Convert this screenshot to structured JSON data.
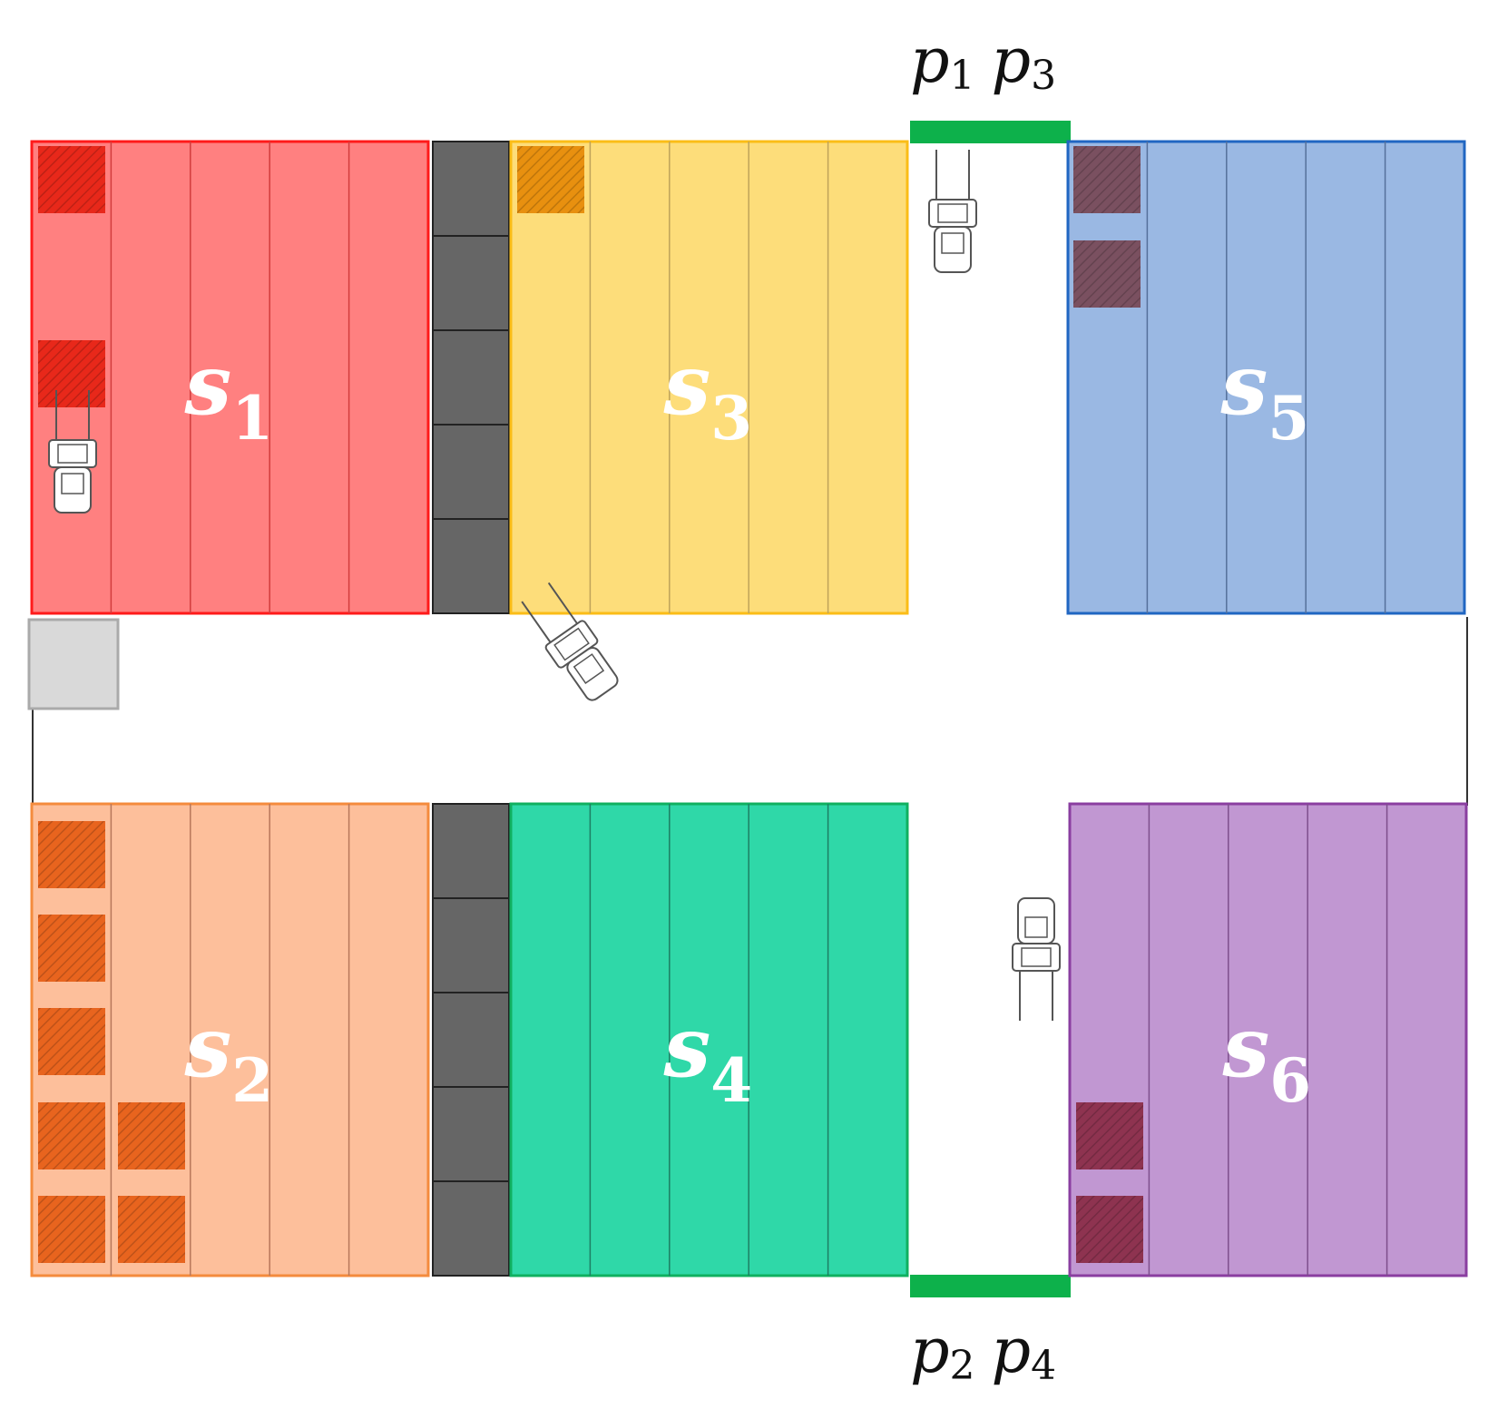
{
  "zones": [
    {
      "id": "s1",
      "label": "s",
      "sub": "1",
      "fill": "#ff8080",
      "stroke": "#ff1a1a",
      "load": "#e8281a",
      "line": "#d23c3c"
    },
    {
      "id": "s2",
      "label": "s",
      "sub": "2",
      "fill": "#fdbf9b",
      "stroke": "#f48b3d",
      "load": "#e8641e",
      "line": "#b8775a"
    },
    {
      "id": "s3",
      "label": "s",
      "sub": "3",
      "fill": "#fddd7a",
      "stroke": "#fbbd17",
      "load": "#e8900f",
      "line": "#bfa35a"
    },
    {
      "id": "s4",
      "label": "s",
      "sub": "4",
      "fill": "#2fd8a8",
      "stroke": "#10b060",
      "load": "#1aa070",
      "line": "#1d7f63"
    },
    {
      "id": "s5",
      "label": "s",
      "sub": "5",
      "fill": "#9ab8e3",
      "stroke": "#2066c2",
      "load": "#7a5060",
      "line": "#55709b"
    },
    {
      "id": "s6",
      "label": "s",
      "sub": "6",
      "fill": "#c197d2",
      "stroke": "#8a3ea0",
      "load": "#8e3350",
      "line": "#7e4f8d"
    }
  ],
  "ports": [
    {
      "id": "top",
      "labels": [
        {
          "base": "p",
          "sub": "1"
        },
        {
          "base": "p",
          "sub": "3"
        }
      ]
    },
    {
      "id": "bottom",
      "labels": [
        {
          "base": "p",
          "sub": "2"
        },
        {
          "base": "p",
          "sub": "4"
        }
      ]
    }
  ],
  "colors": {
    "gate": "#0db14b",
    "buffer": "#666666",
    "staging": "#d9d9d9",
    "wall": "#333333"
  },
  "icons": [
    "forklift-icon"
  ]
}
